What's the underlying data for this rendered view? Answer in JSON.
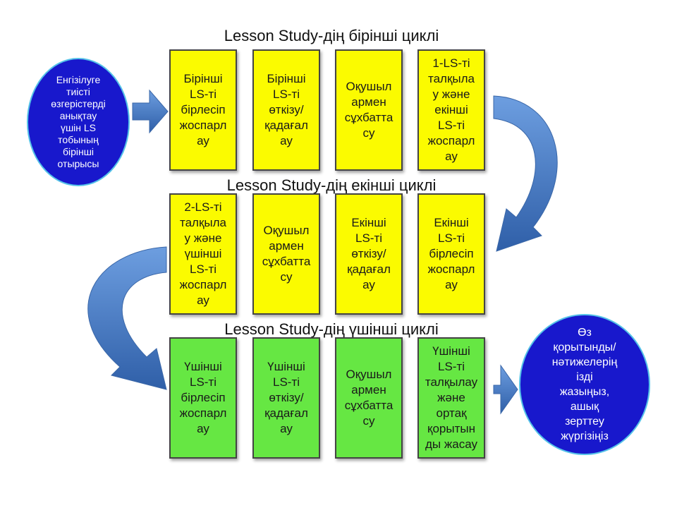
{
  "titles": {
    "cycle1": "Lesson Study-дің бірінші циклі",
    "cycle2": "Lesson Study-дің екінші циклі",
    "cycle3": "Lesson Study-дің үшінші циклі"
  },
  "start_oval": "Енгізілуге\nтиісті\nөзгерістерді\nанықтау\nүшін LS\nтобының\nбірінші\nотырысы",
  "end_oval": "Өз\nқорытынды/\nнәтижелерің\nізді\nжазыңыз,\nашық\nзерттеу\nжүргізіңіз",
  "row1": [
    "Бірінші\nLS-ті\nбірлесіп\nжоспарл\nау",
    "Бірінші\nLS-ті\nөткізу/\nқадағал\nау",
    "Оқушыл\nармен\nсұхбатта\nсу",
    "1-LS-ті\nталқыла\nу және\nекінші\nLS-ті\nжоспарл\nау"
  ],
  "row2": [
    "2-LS-ті\nталқыла\nу және\nүшінші\nLS-ті\nжоспарл\nау",
    "Оқушыл\nармен\nсұхбатта\nсу",
    "Екінші\nLS-ті\nөткізу/\nқадағал\nау",
    "Екінші\nLS-ті\nбірлесіп\nжоспарл\nау"
  ],
  "row3": [
    "Үшінші\nLS-ті\nбірлесіп\nжоспарл\nау",
    "Үшінші\nLS-ті\nөткізу/\nқадағал\nау",
    "Оқушыл\nармен\nсұхбатта\nсу",
    "Үшінші\nLS-ті\nталқылау\nжәне\nортақ\nқорытын\nды жасау"
  ],
  "colors": {
    "yellow_box": "#fbfb00",
    "green_box": "#66e743",
    "oval_fill": "#1818cc",
    "oval_border": "#55c2e8",
    "arrow_fill": "#4a7fc6"
  }
}
